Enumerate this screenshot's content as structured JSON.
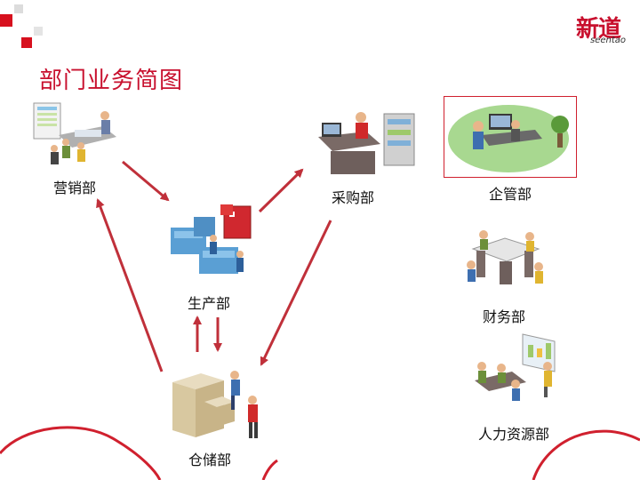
{
  "page_title": "部门业务简图",
  "logo": {
    "cn": "新道",
    "en": "seentao"
  },
  "departments": {
    "marketing": "营销部",
    "procurement": "采购部",
    "enterprise_mgmt": "企管部",
    "production": "生产部",
    "finance": "财务部",
    "hr": "人力资源部",
    "warehouse": "仓储部"
  },
  "colors": {
    "accent": "#c8102e",
    "arrow": "#c0303a"
  },
  "icons": [
    "marketing-office-illustration",
    "procurement-office-illustration",
    "management-office-illustration",
    "factory-machines-illustration",
    "finance-meeting-illustration",
    "hr-training-illustration",
    "warehouse-boxes-illustration"
  ]
}
